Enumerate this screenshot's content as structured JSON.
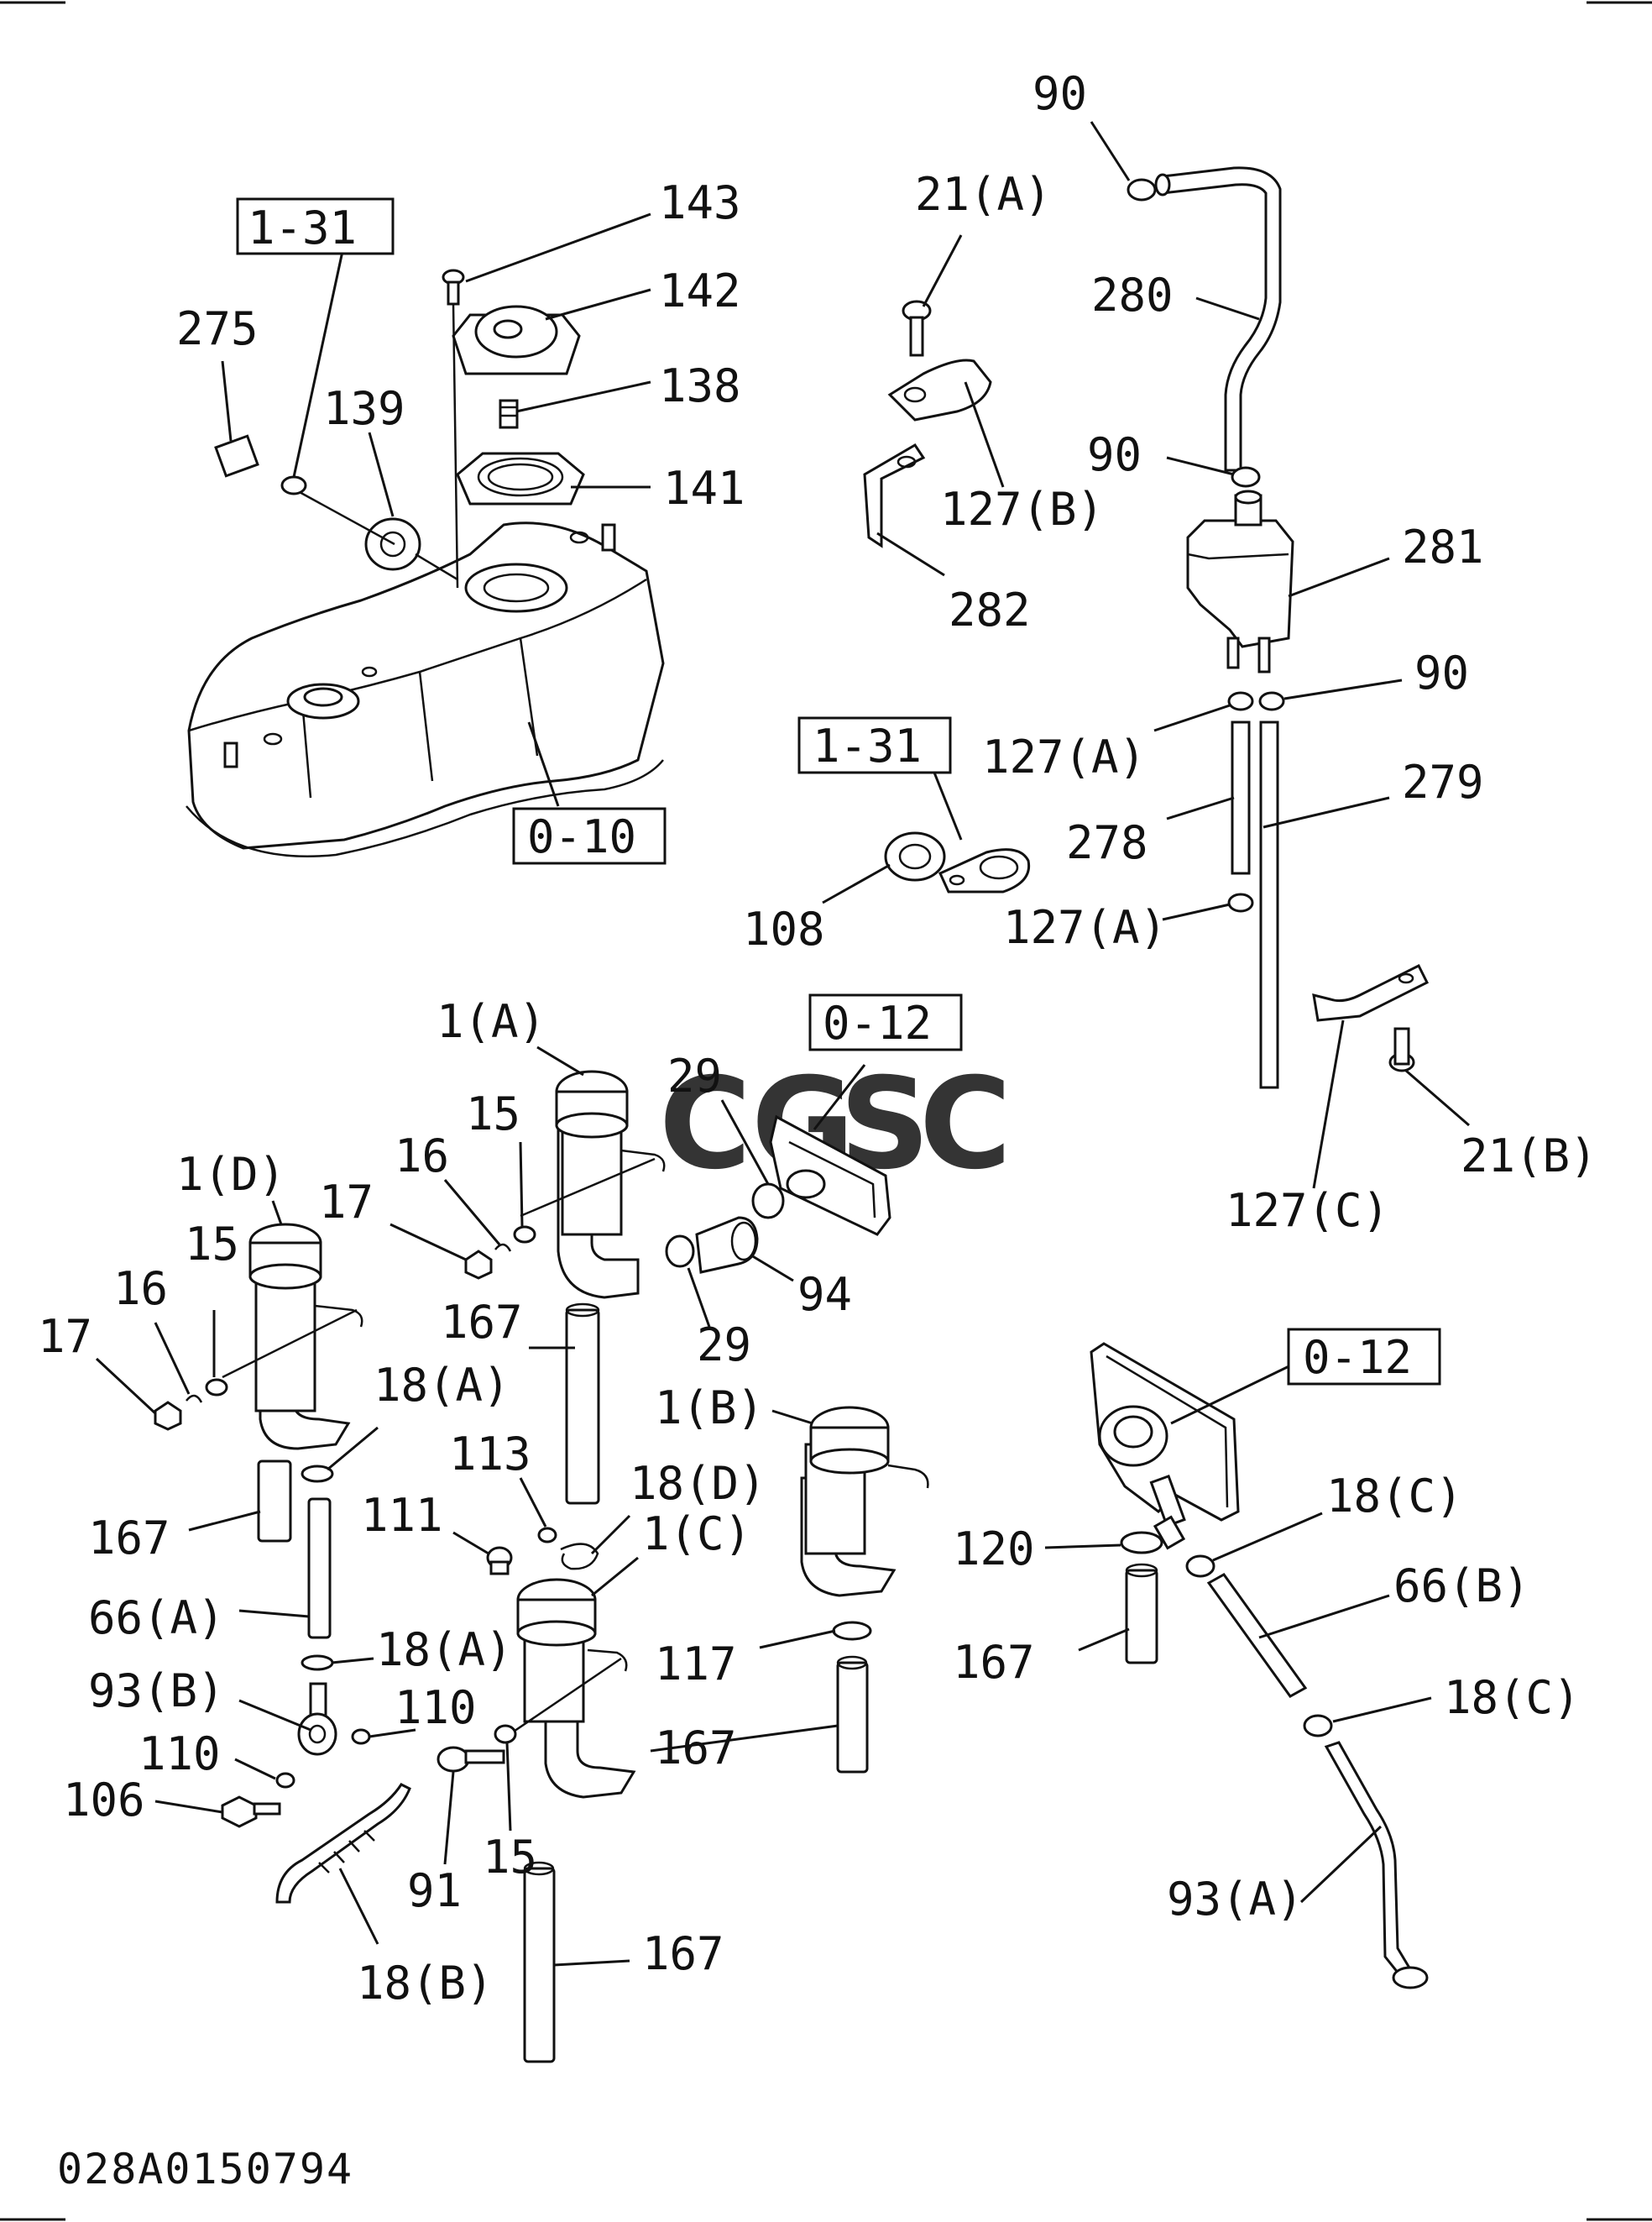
{
  "drawing_code": "028A0150794",
  "watermark": {
    "letters": [
      "C",
      "G",
      "S",
      "C"
    ],
    "colors": [
      "#4a86e8",
      "#e06666",
      "#f1c232",
      "#6aa84f"
    ]
  },
  "reference_boxes": {
    "ref_top_left": "1-31",
    "ref_cover": "0-10",
    "ref_mid_right": "1-31",
    "ref_pump_upper": "0-12",
    "ref_pump_lower": "0-12"
  },
  "callouts": {
    "c143": "143",
    "c142": "142",
    "c138": "138",
    "c141": "141",
    "c275": "275",
    "c139": "139",
    "c90_top": "90",
    "c280": "280",
    "c90_mid": "90",
    "c281": "281",
    "c90_low": "90",
    "c127a_1": "127(A)",
    "c279": "279",
    "c278": "278",
    "c127a_2": "127(A)",
    "c21a": "21(A)",
    "c127b": "127(B)",
    "c282": "282",
    "c108": "108",
    "c21b": "21(B)",
    "c127c": "127(C)",
    "c1a": "1(A)",
    "c15_a": "15",
    "c16_a": "16",
    "c17_a": "17",
    "c29_top": "29",
    "c29_bot": "29",
    "c94": "94",
    "c1d": "1(D)",
    "c15_b": "15",
    "c16_b": "16",
    "c17_b": "17",
    "c167_a": "167",
    "c18a_1": "18(A)",
    "c167_b": "167",
    "c113": "113",
    "c18d": "18(D)",
    "c111": "111",
    "c1b": "1(B)",
    "c1c": "1(C)",
    "c66a": "66(A)",
    "c18a_2": "18(A)",
    "c93b": "93(B)",
    "c110_a": "110",
    "c110_b": "110",
    "c106": "106",
    "c117": "117",
    "c167_c": "167",
    "c91": "91",
    "c15_c": "15",
    "c18b": "18(B)",
    "c167_d": "167",
    "c120": "120",
    "c18c_1": "18(C)",
    "c66b": "66(B)",
    "c167_e": "167",
    "c18c_2": "18(C)",
    "c93a": "93(A)"
  }
}
